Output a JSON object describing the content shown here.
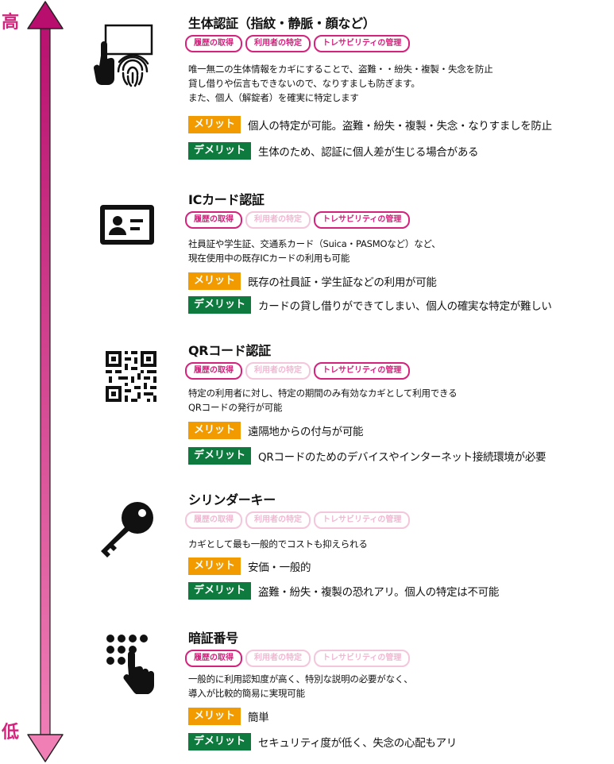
{
  "axis": {
    "high": "高",
    "low": "低",
    "color": "#d3237d"
  },
  "colors": {
    "accent": "#d3237d",
    "merit": "#f19b00",
    "demerit": "#0e7a3d"
  },
  "methods": [
    {
      "title": "生体認証（指紋・静脈・顔など）",
      "icon": "fingerprint-touch-icon",
      "tags": [
        {
          "label": "履歴の取得",
          "active": true
        },
        {
          "label": "利用者の特定",
          "active": true
        },
        {
          "label": "トレサビリティの管理",
          "active": true
        }
      ],
      "description": [
        "唯一無二の生体情報をカギにすることで、盗難・・紛失・複製・失念を防止",
        "貸し借りや伝言もできないので、なりすましも防ぎます。",
        "また、個人（解錠者）を確実に特定します"
      ],
      "merit_label": "メリット",
      "merit": "個人の特定が可能。盗難・紛失・複製・失念・なりすましを防止",
      "demerit_label": "デメリット",
      "demerit": "生体のため、認証に個人差が生じる場合がある"
    },
    {
      "title": "ICカード認証",
      "icon": "id-card-icon",
      "tags": [
        {
          "label": "履歴の取得",
          "active": true
        },
        {
          "label": "利用者の特定",
          "active": false
        },
        {
          "label": "トレサビリティの管理",
          "active": true
        }
      ],
      "description": [
        "社員証や学生証、交通系カード（Suica・PASMOなど）など、",
        "現在使用中の既存ICカードの利用も可能"
      ],
      "merit_label": "メリット",
      "merit": "既存の社員証・学生証などの利用が可能",
      "demerit_label": "デメリット",
      "demerit": "カードの貸し借りができてしまい、個人の確実な特定が難しい"
    },
    {
      "title": "QRコード認証",
      "icon": "qr-code-icon",
      "tags": [
        {
          "label": "履歴の取得",
          "active": true
        },
        {
          "label": "利用者の特定",
          "active": false
        },
        {
          "label": "トレサビリティの管理",
          "active": true
        }
      ],
      "description": [
        "特定の利用者に対し、特定の期間のみ有効なカギとして利用できる",
        "QRコードの発行が可能"
      ],
      "merit_label": "メリット",
      "merit": "遠隔地からの付与が可能",
      "demerit_label": "デメリット",
      "demerit": "QRコードのためのデバイスやインターネット接続環境が必要"
    },
    {
      "title": "シリンダーキー",
      "icon": "key-icon",
      "tags": [
        {
          "label": "履歴の取得",
          "active": false
        },
        {
          "label": "利用者の特定",
          "active": false
        },
        {
          "label": "トレサビリティの管理",
          "active": false
        }
      ],
      "description": [
        "カギとして最も一般的でコストも抑えられる"
      ],
      "merit_label": "メリット",
      "merit": "安価・一般的",
      "demerit_label": "デメリット",
      "demerit": "盗難・紛失・複製の恐れアリ。個人の特定は不可能"
    },
    {
      "title": "暗証番号",
      "icon": "keypad-touch-icon",
      "tags": [
        {
          "label": "履歴の取得",
          "active": true
        },
        {
          "label": "利用者の特定",
          "active": false
        },
        {
          "label": "トレサビリティの管理",
          "active": false
        }
      ],
      "description": [
        "一般的に利用認知度が高く、特別な説明の必要がなく、",
        "導入が比較的簡易に実現可能"
      ],
      "merit_label": "メリット",
      "merit": "簡単",
      "demerit_label": "デメリット",
      "demerit": "セキュリティ度が低く、失念の心配もアリ"
    }
  ]
}
